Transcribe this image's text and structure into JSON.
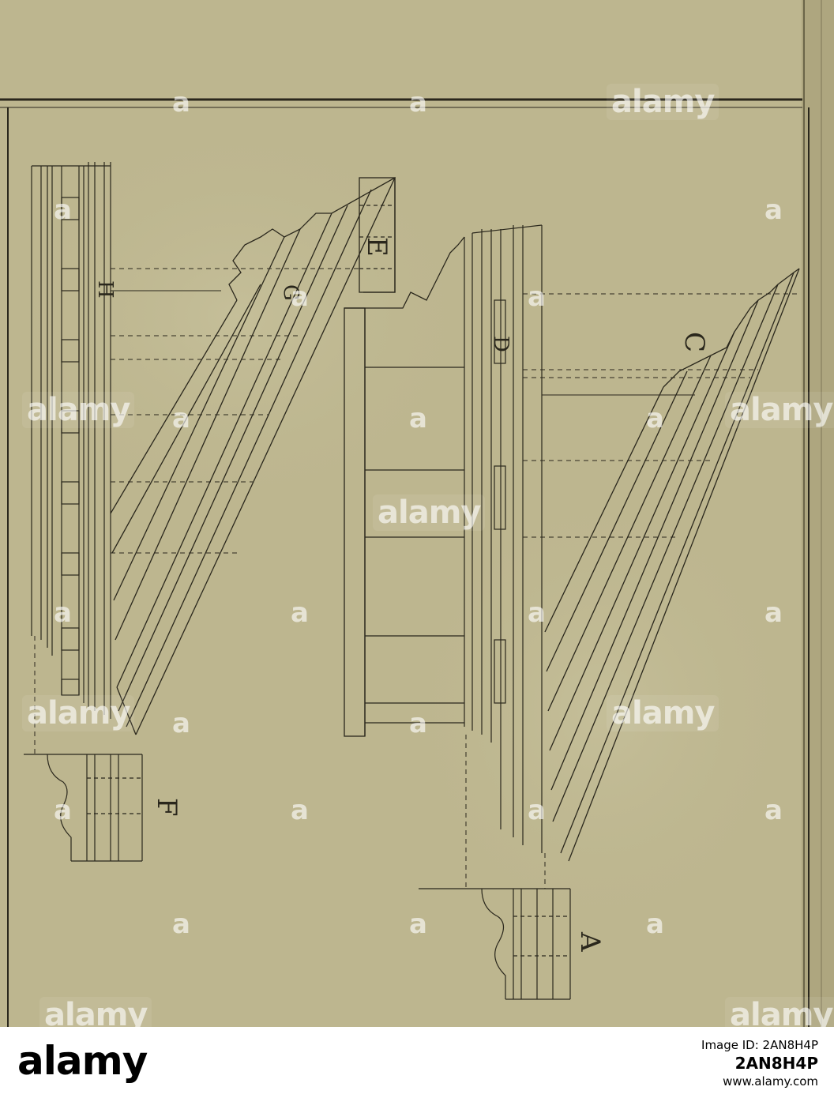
{
  "plate": {
    "labels": {
      "a": "A",
      "c": "C",
      "d": "D",
      "e": "E",
      "f": "F",
      "g": "G",
      "h": "H"
    }
  },
  "watermark": {
    "text": "alamy",
    "short": "a"
  },
  "footer": {
    "brand": "alamy",
    "image_id_label": "Image ID: 2AN8H4P",
    "image_id": "2AN8H4P",
    "site": "www.alamy.com"
  },
  "colors": {
    "paper": "#bdb68f",
    "ink": "#2a271c",
    "footer": "#ffffff"
  }
}
